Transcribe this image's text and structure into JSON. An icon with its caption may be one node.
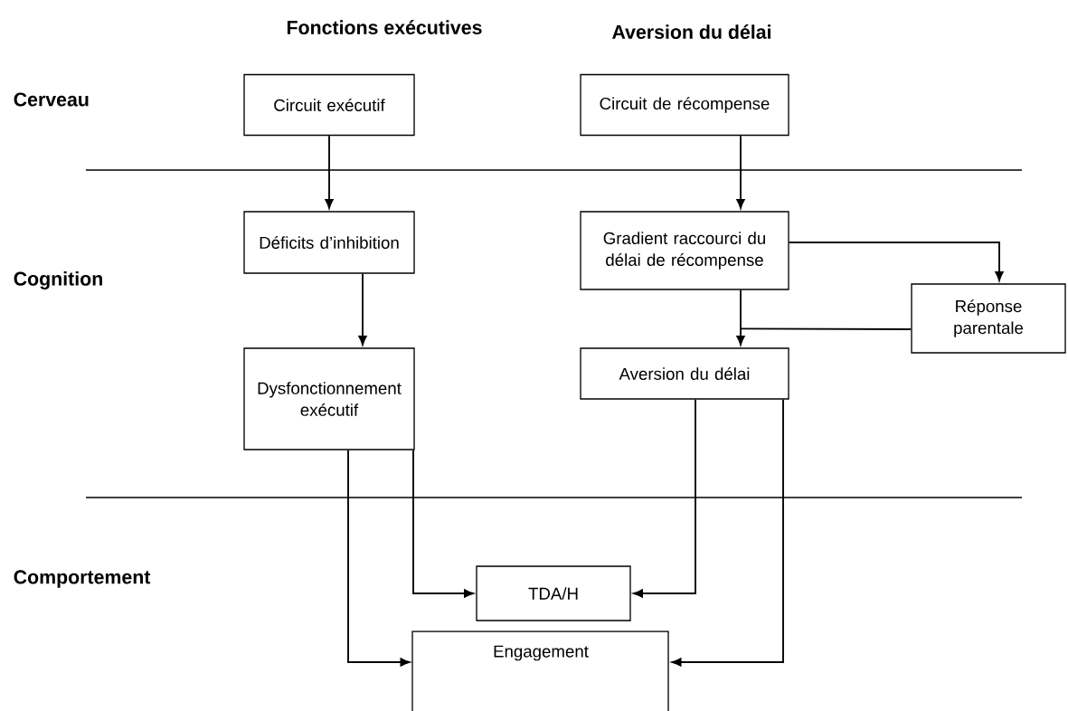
{
  "diagram": {
    "nodes": [
      {
        "text": [
          "Circuit exécutif"
        ]
      },
      {
        "text": [
          "Circuit de récompense"
        ]
      },
      {
        "text": [
          "Déficits d’inhibition"
        ]
      },
      {
        "text": [
          "Gradient raccourci du délai de récompense"
        ]
      },
      {
        "text": [
          "Réponse parentale"
        ]
      },
      {
        "text": [
          "Dysfonctionnement exécutif"
        ]
      },
      {
        "text": [
          "Aversion du délai"
        ]
      },
      {
        "text": [
          "TDA/H"
        ]
      },
      {
        "text": [
          "Engagement"
        ]
      }
    ],
    "edges": [
      {
        "from": 0,
        "to": 2,
        "arrow": "to"
      },
      {
        "from": 1,
        "to": 3,
        "arrow": "to"
      },
      {
        "from": 2,
        "to": 5,
        "arrow": "to"
      },
      {
        "from": 3,
        "to": 4,
        "arrow": "to"
      },
      {
        "from": 4,
        "to": 6,
        "arrow": "to"
      },
      {
        "from": 3,
        "to": 6,
        "arrow": "to"
      },
      {
        "from": 5,
        "to": 7,
        "arrow": "to"
      },
      {
        "from": 6,
        "to": 7,
        "arrow": "to"
      },
      {
        "from": 5,
        "to": 8,
        "arrow": "to"
      },
      {
        "from": 6,
        "to": 8,
        "arrow": "to"
      }
    ],
    "labels": [
      "Fonctions exécutives",
      "Aversion du délai",
      "Cerveau",
      "Cognition",
      "Comportement"
    ]
  }
}
